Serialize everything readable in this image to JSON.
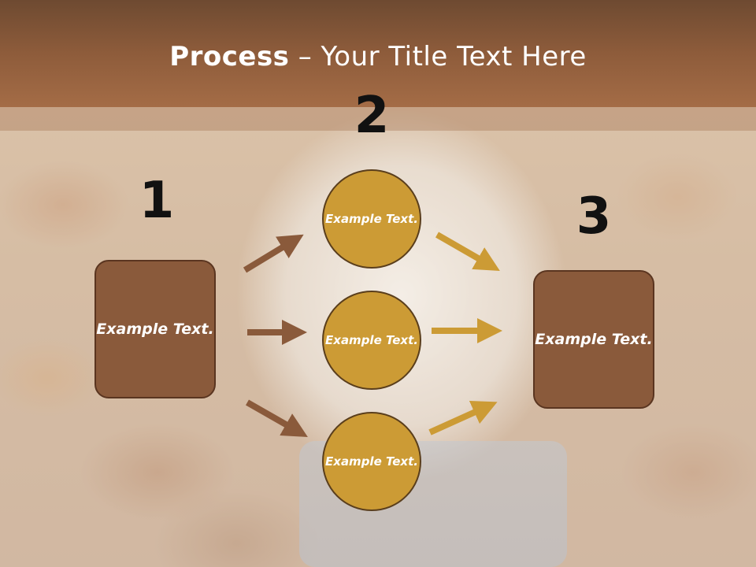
{
  "slide": {
    "title_bold": "Process",
    "title_rest": " – Your Title Text Here"
  },
  "steps": {
    "n1": "1",
    "n2": "2",
    "n3": "3"
  },
  "left_box": {
    "text": "Example Text."
  },
  "right_box": {
    "text": "Example Text."
  },
  "circles": [
    {
      "text": "Example Text."
    },
    {
      "text": "Example Text."
    },
    {
      "text": "Example Text."
    }
  ],
  "colors": {
    "header": "#8e5c3b",
    "box_fill": "#8a5a3b",
    "circle_fill": "#cc9b35",
    "arrow_brown": "#8a5a3b",
    "arrow_gold": "#cc9b35"
  }
}
